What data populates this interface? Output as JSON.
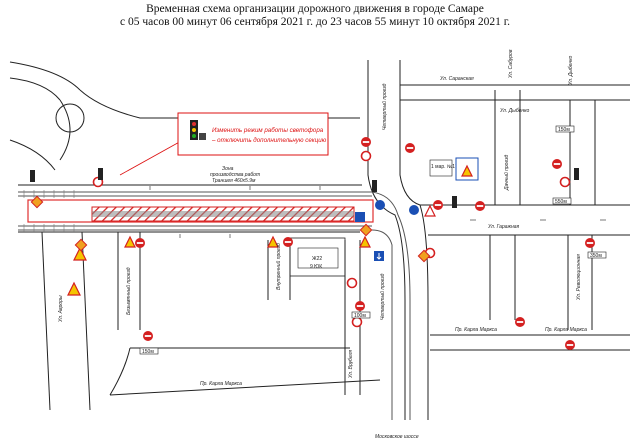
{
  "title": {
    "line1": "Временная схема организации дорожного движения в городе Самаре",
    "line2": "с 05 часов 00 минут 06 сентября 2021 г. до 23 часов 55 минут 10 октября 2021 г."
  },
  "callout": {
    "line1": "Изменить режим работы светофора",
    "line2": "– отключить дополнительную секцию"
  },
  "streets": {
    "saranskaya": "Ул. Саранская",
    "ul_left": "Ул. Сабуров",
    "dybenko_top": "Ул. Дыбенко",
    "dybenko_mid": "Ул. Дыбенко",
    "garazhnaya": "Ул. Гаражная",
    "revolyutsionnaya": "Ул. Революционная",
    "karla_marksa_1": "Пр. Карла Маркса",
    "karla_marksa_2": "Пр. Карла Маркса",
    "karla_marksa_3": "Пр. Карла Маркса",
    "avrory": "Ул. Авроры",
    "vrubelya": "Ул. Врубеля",
    "moskovskoe": "Московское шоссе",
    "chetvertyi_1": "Четвертый проезд",
    "chetvertyi_2": "Четвертый проезд",
    "dachnyi": "Дачный проезд",
    "vnutrenniy": "Внутренний проезд",
    "bezymyannyi": "Безымянный проезд"
  },
  "zone": {
    "line1": "Зона",
    "line2": "производства работ",
    "line3": "Траншея 460х5.9м"
  },
  "building": {
    "label": "Ж22",
    "sub": "9 ЮК",
    "stop": "1 мар. №17а"
  },
  "plates": {
    "p1": "150м",
    "p2": "100м",
    "p3": "350м",
    "p4": "550м",
    "p5": "150м"
  },
  "colors": {
    "works": "#d42020",
    "barrier": "#e03030",
    "rail": "#555555",
    "road": "#222222",
    "sign_blue": "#1a4fb4",
    "sign_yellow": "#f5c400"
  }
}
